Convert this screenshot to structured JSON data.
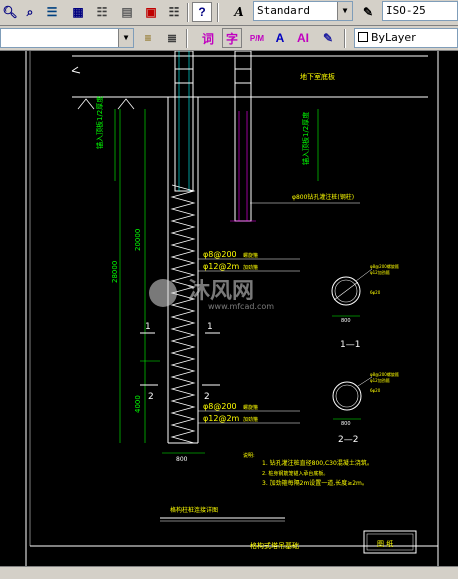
{
  "toolbar1": {
    "text_style_value": "Standard",
    "dim_style_value": "ISO-25",
    "help_label": "?"
  },
  "toolbar2": {
    "layer_value": "",
    "text_btn_1": "词",
    "text_btn_2": "字",
    "ai_label": "AI",
    "linetype_value": "ByLayer"
  },
  "drawing": {
    "floor_label": "地下室底板",
    "anchor_left": "锚入顶板1/2厚度",
    "anchor_right": "锚入顶板1/2厚度",
    "pile_note": "φ800钻孔灌注桩(钢柱)",
    "dim_20000": "20000",
    "dim_28000": "28000",
    "dim_4000": "4000",
    "spiral_1": "φ8@200",
    "spiral_1_sub": "螺旋箍",
    "bar_1": "φ12@2m",
    "bar_1_sub": "加劲箍",
    "spiral_2": "φ8@200",
    "spiral_2_sub": "螺旋箍",
    "bar_2": "φ12@2m",
    "bar_2_sub": "加劲箍",
    "section_1_left": "1",
    "section_1_right": "1",
    "section_2_left": "2",
    "section_2_right": "2",
    "width_dim": "800",
    "sec1_label": "1—1",
    "sec1_dim": "800",
    "sec1_note": "φ8@200螺旋箍",
    "sec1_note2": "φ12加劲箍",
    "sec1_bars": "6φ20",
    "sec2_label": "2—2",
    "sec2_dim": "800",
    "sec2_note": "φ8@200螺旋箍",
    "sec2_note2": "φ12加劲箍",
    "sec2_bars": "6φ20",
    "notes_title": "说明:",
    "note1": "1. 钻孔灌注桩直径800,C30混凝土浇筑。",
    "note2": "2. 桩身钢筋笼锚入承台底板。",
    "note3": "3. 加劲箍每隔2m设置一道,长度≥2m。",
    "sub_title": "格构柱桩连接详图",
    "main_title": "格构式塔吊基础",
    "stamp": "图 纸",
    "watermark_cn": "沐风网",
    "watermark_url": "www.mfcad.com"
  }
}
